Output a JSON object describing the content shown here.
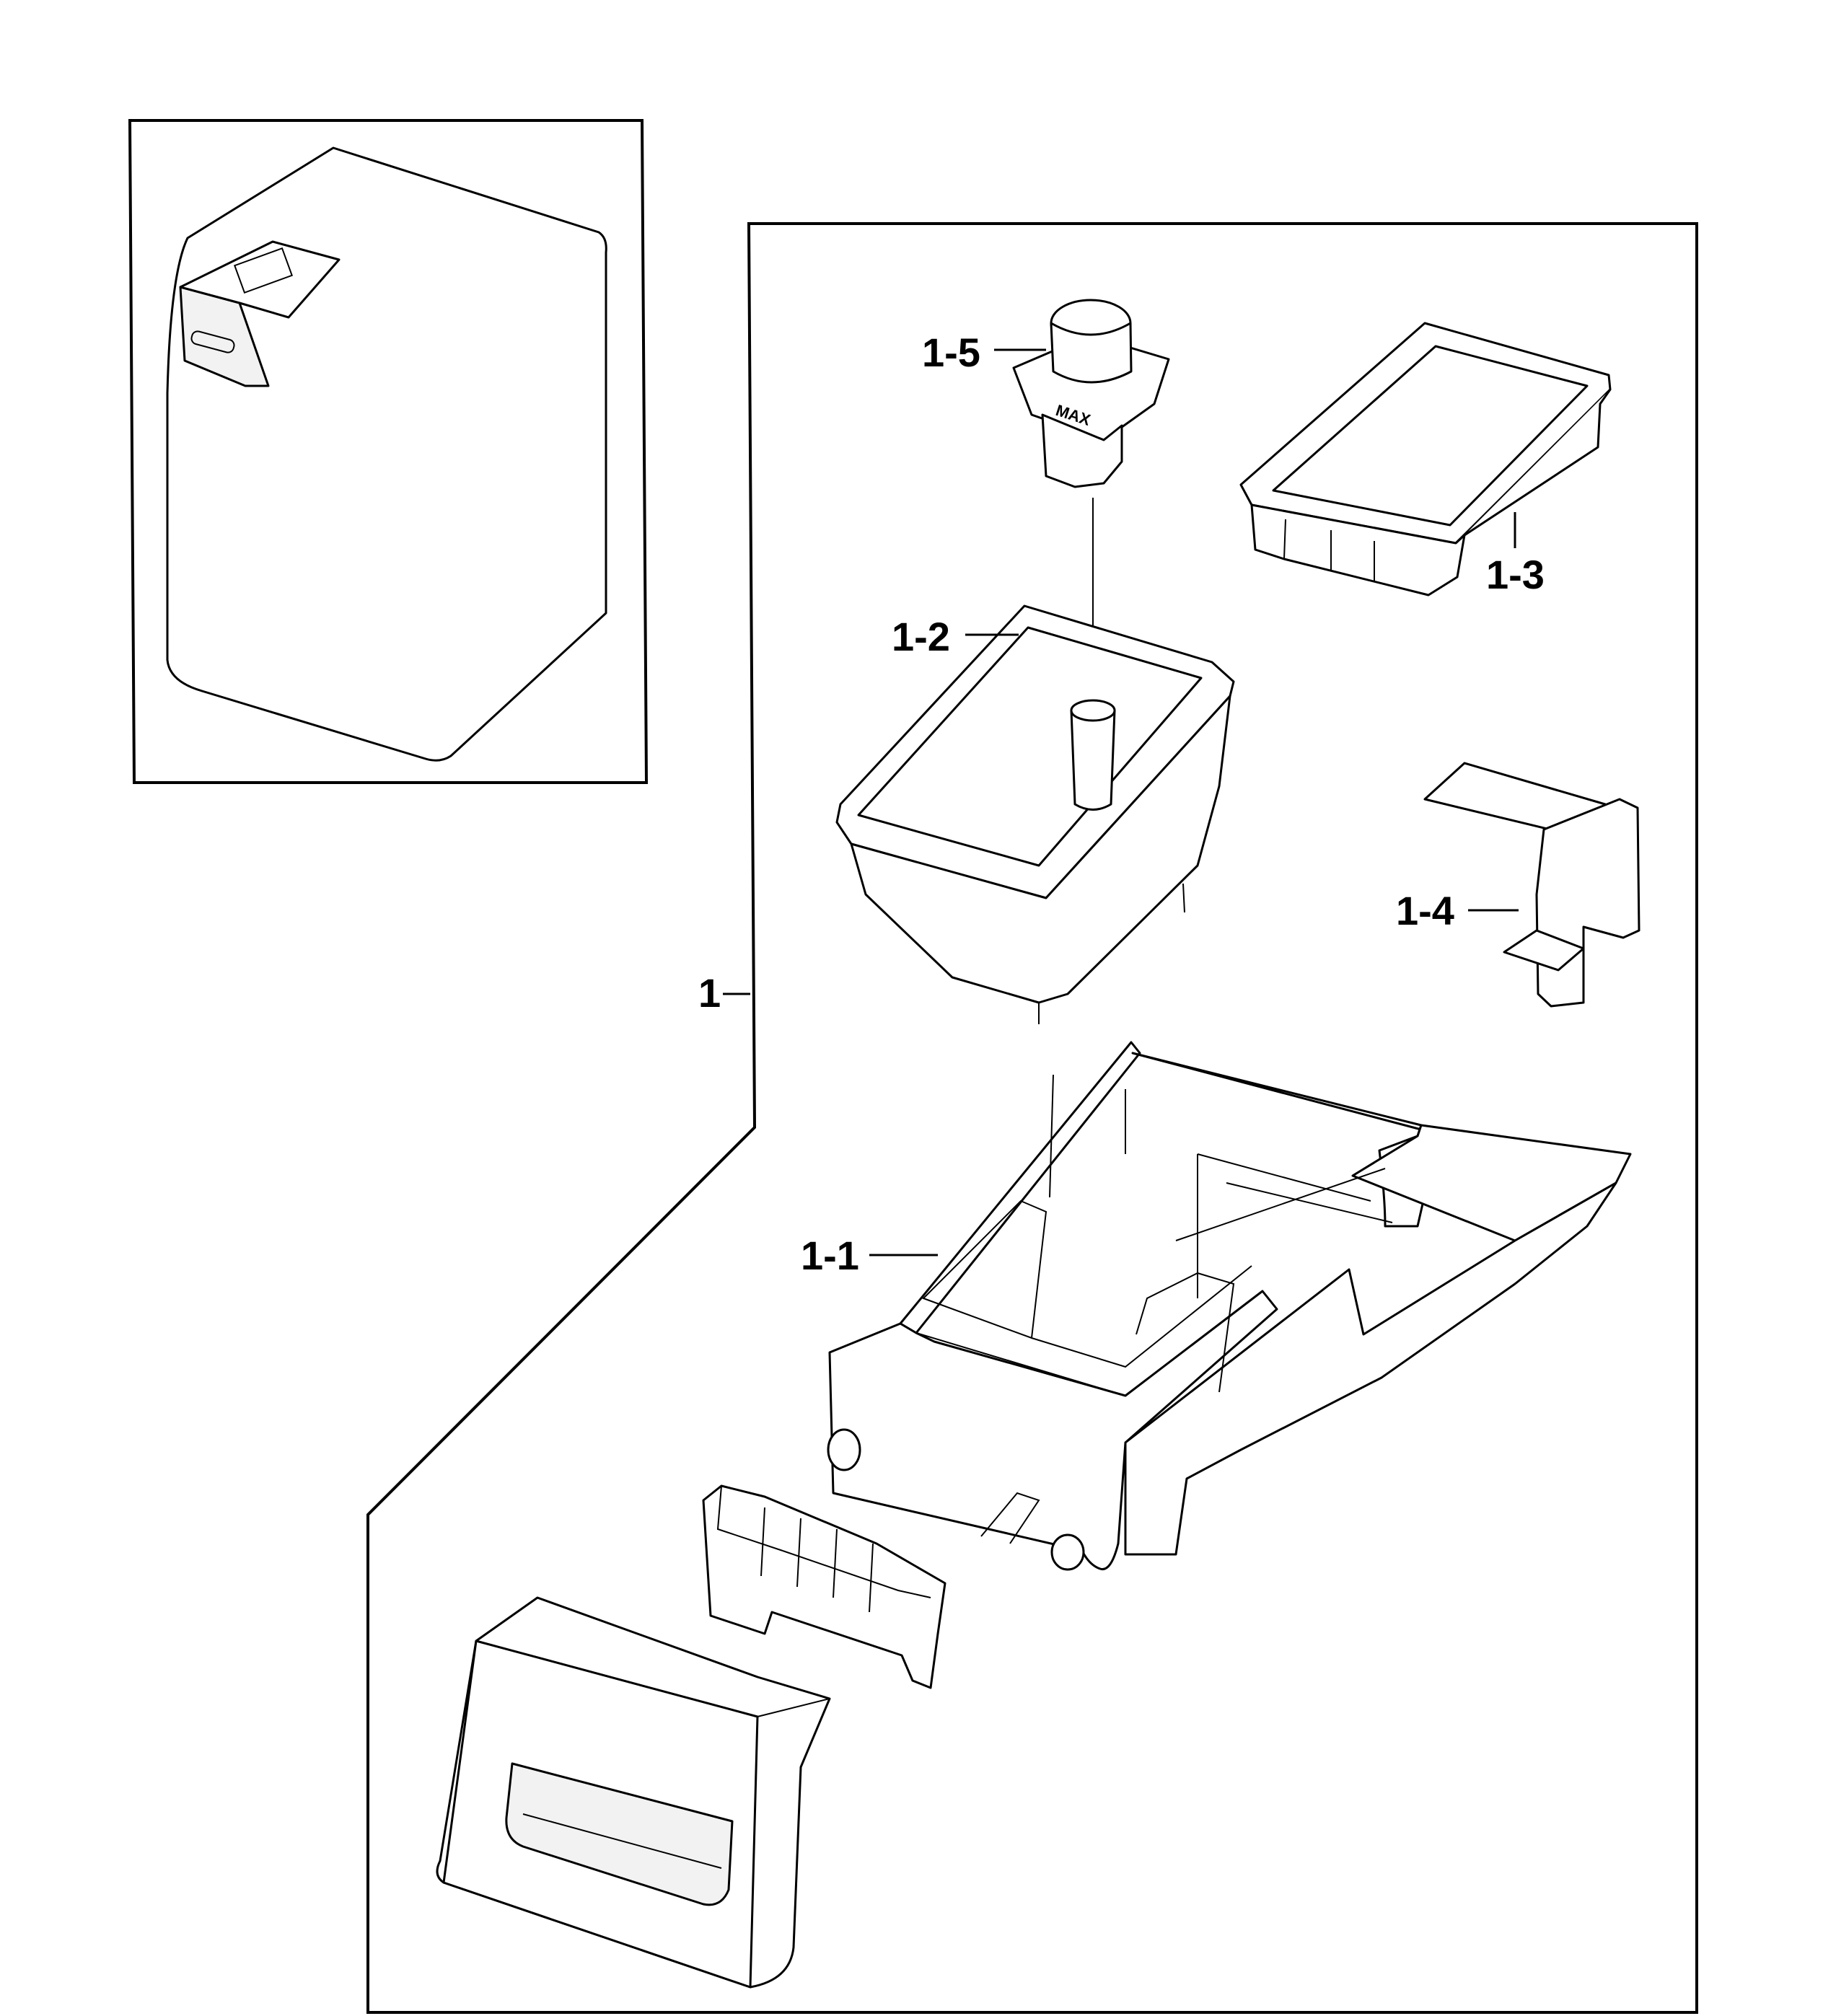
{
  "callouts": {
    "assembly": "1",
    "case": "1-1",
    "housing": "1-2",
    "tray": "1-3",
    "siphon": "1-4",
    "cap": "1-5"
  },
  "cap_marking": "MAX",
  "colors": {
    "line": "#000000",
    "background": "#ffffff",
    "shade": "#f2f2f2"
  }
}
